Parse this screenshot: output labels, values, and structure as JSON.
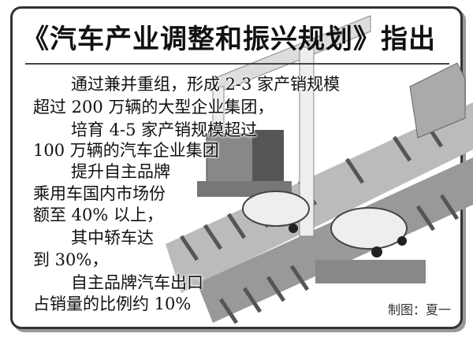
{
  "title": "《汽车产业调整和振兴规划》指出",
  "body_lines": [
    "通过兼并重组，形成 2-3 家产销规模",
    "超过 200 万辆的大型企业集团，",
    "培育 4-5 家产销规模超过",
    "100 万辆的汽车企业集团",
    "提升自主品牌",
    "乘用车国内市场份",
    "额至 40% 以上，",
    "其中轿车达",
    "到 30%，",
    "自主品牌汽车出口",
    "占销量的比例约 10%"
  ],
  "credit": "制图：夏一"
}
